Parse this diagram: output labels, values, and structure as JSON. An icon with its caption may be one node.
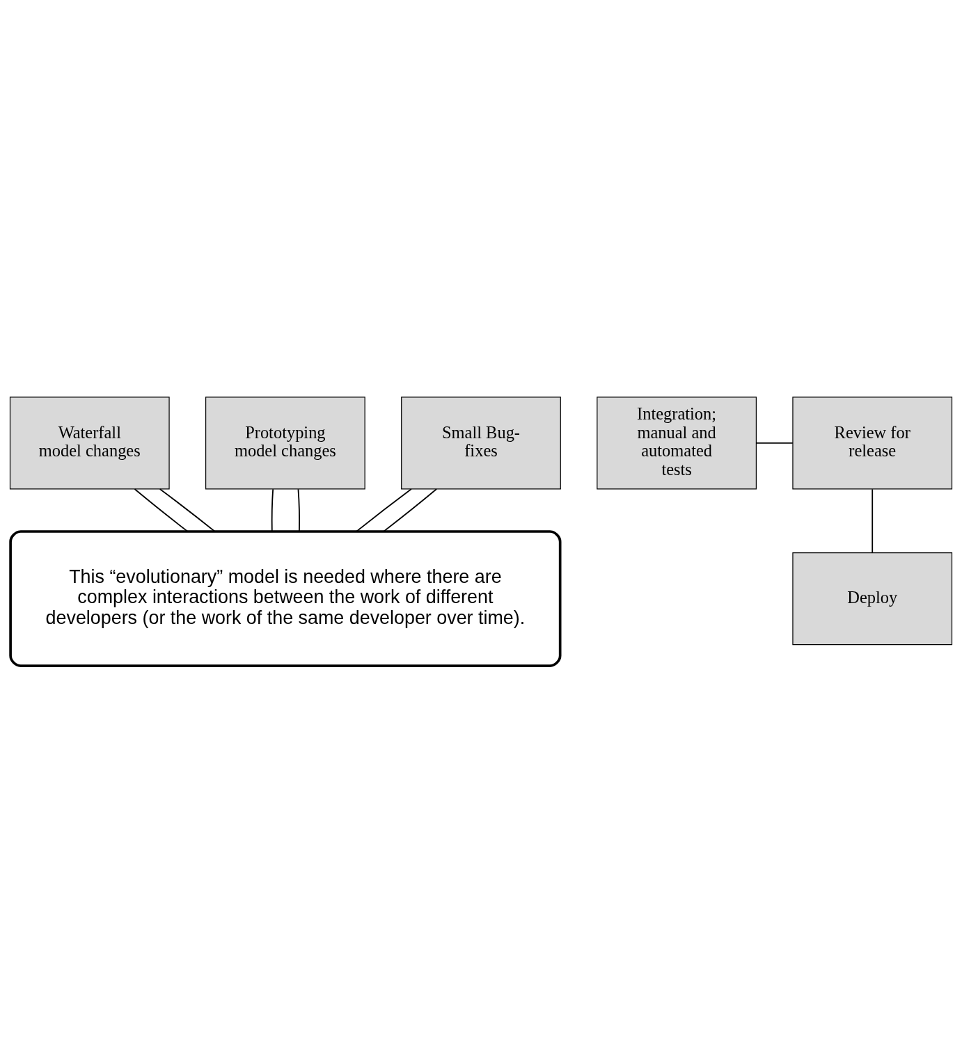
{
  "diagram": {
    "nodes": [
      {
        "text": [
          "Waterfall model changes"
        ]
      },
      {
        "text": [
          "Prototyping model changes"
        ]
      },
      {
        "text": [
          "Small Bug-fixes"
        ]
      },
      {
        "text": [
          "This “evolutionary” model is needed where there are complex interactions between the work of different developers (or the work of the same developer over time)."
        ]
      },
      {
        "text": [
          "Review for release"
        ]
      },
      {
        "text": [
          "Integration; manual and automated tests"
        ]
      },
      {
        "text": [
          "Deploy"
        ]
      }
    ],
    "edges": [
      {
        "from": 3,
        "to": 0,
        "arrow": "none"
      },
      {
        "from": 0,
        "to": 3,
        "arrow": "none"
      },
      {
        "from": 3,
        "to": 1,
        "arrow": "none"
      },
      {
        "from": 1,
        "to": 3,
        "arrow": "none"
      },
      {
        "from": 3,
        "to": 2,
        "arrow": "none"
      },
      {
        "from": 2,
        "to": 3,
        "arrow": "none"
      },
      {
        "from": 5,
        "to": 4,
        "arrow": "none"
      },
      {
        "from": 4,
        "to": 6,
        "arrow": "none"
      }
    ]
  }
}
